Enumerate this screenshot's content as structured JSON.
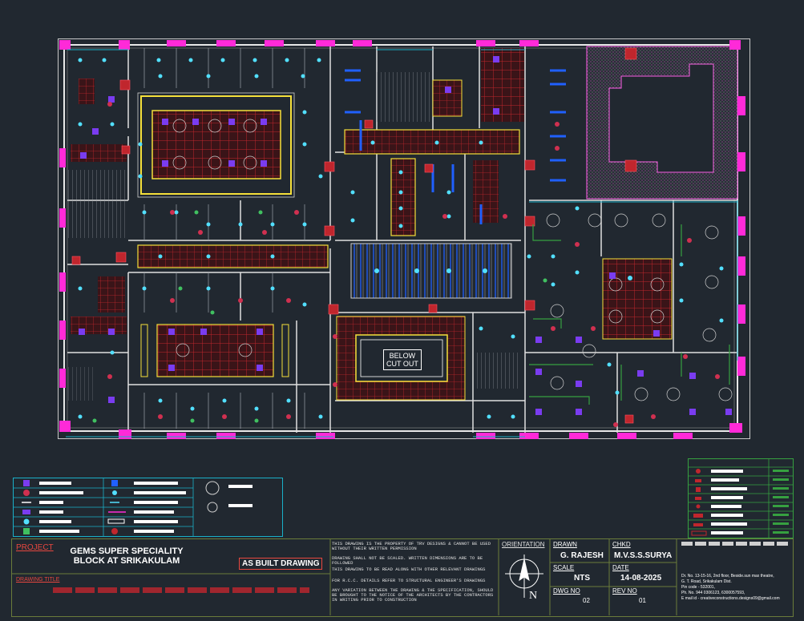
{
  "drawing_label": {
    "line1": "BELOW",
    "line2": "CUT OUT"
  },
  "title_block": {
    "project_label": "PROJECT",
    "project_line1": "GEMS SUPER SPECIALITY",
    "project_line2": "BLOCK AT  SRIKAKULAM",
    "status": "AS BUILT DRAWING",
    "drawing_title_label": "DRAWING TITLE",
    "notes": [
      "THIS DRAWING IS THE PROPERTY OF TRV DESIGNS & CANNOT BE USED WITHOUT THEIR WRITTEN PERMISSION",
      "DRAWING SHALL NOT BE SCALED. WRITTEN DIMENSIONS ARE TO BE FOLLOWED",
      "THIS DRAWING TO BE READ ALONG WITH OTHER RELEVANT DRAWINGS",
      "FOR R.C.C. DETAILS REFER TO STRUCTURAL ENGINEER'S DRAWINGS",
      "ANY VARIATION BETWEEN THE DRAWING & THE SPECIFICATION, SHOULD BE BROUGHT TO THE NOTICE OF THE ARCHITECTS BY THE CONTRACTORS IN WRITING PRIOR TO CONSTRUCTION"
    ],
    "orientation_label": "ORIENTATION",
    "north": "N",
    "drawn_label": "DRAWN",
    "drawn_value": "G. RAJESH",
    "chkd_label": "CHKD",
    "chkd_value": "M.V.S.S.SURYA",
    "scale_label": "SCALE",
    "scale_value": "NTS",
    "date_label": "DATE",
    "date_value": "14-08-2025",
    "dwg_no_label": "DWG NO",
    "dwg_no_value": "02",
    "rev_no_label": "REV NO",
    "rev_no_value": "01",
    "address": [
      "Dr. No. 13-15-16, 2nd floor, Beside.sun max theatre,",
      "G. T. Road, Srikakulam Dist.",
      "Pin code - 532001,",
      "Ph. No. 944 0306123, 6300057593,",
      "E mail id - creativeconstructions.designs09@gmail.com"
    ]
  },
  "colors": {
    "background": "#212830",
    "grid_red": "#c0262d",
    "fixture_purple": "#7a3cf0",
    "column_magenta": "#ff2ad8",
    "light_cyan": "#52e0ff",
    "border_yellow": "#f5e03a",
    "duct_blue": "#2060ff",
    "title_red": "#e8473f"
  }
}
